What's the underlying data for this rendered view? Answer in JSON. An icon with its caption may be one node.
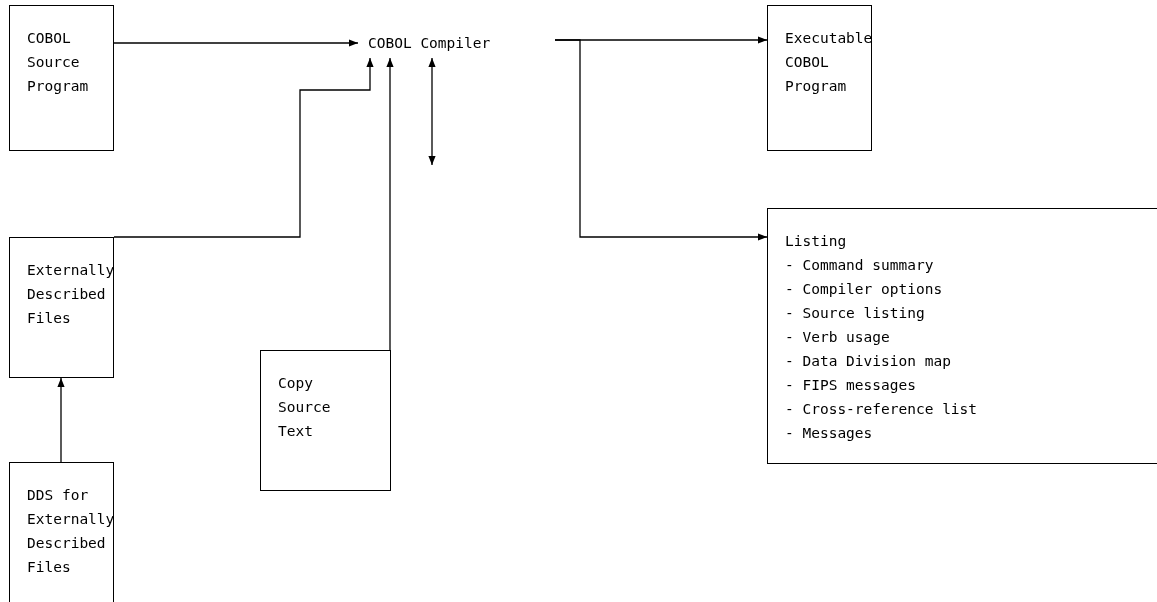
{
  "diagram": {
    "nodes": [
      {
        "text": [
          "COBOL Source Program"
        ]
      },
      {
        "text": [
          "COBOL Compiler"
        ]
      },
      {
        "text": [
          "Executable COBOL Program"
        ]
      },
      {
        "text": [
          "Externally Described Files"
        ]
      },
      {
        "text": [
          "Listing",
          "- Command summary",
          "- Compiler options",
          "- Source listing",
          "- Verb usage",
          "- Data Division map",
          "- FIPS messages",
          "- Cross-reference list",
          "- Messages"
        ]
      },
      {
        "text": [
          "Copy Source Text"
        ]
      },
      {
        "text": [
          "DDS for Externally Described Files"
        ]
      }
    ],
    "edges": [
      {
        "from": 0,
        "to": 1,
        "arrow": "to"
      },
      {
        "from": 3,
        "to": 1,
        "arrow": "to"
      },
      {
        "from": 5,
        "to": 1,
        "arrow": "to"
      },
      {
        "from": 1,
        "to": null,
        "arrow": "both"
      },
      {
        "from": 1,
        "to": 2,
        "arrow": "to"
      },
      {
        "from": 1,
        "to": 4,
        "arrow": "to"
      },
      {
        "from": 6,
        "to": 3,
        "arrow": "to"
      }
    ]
  }
}
